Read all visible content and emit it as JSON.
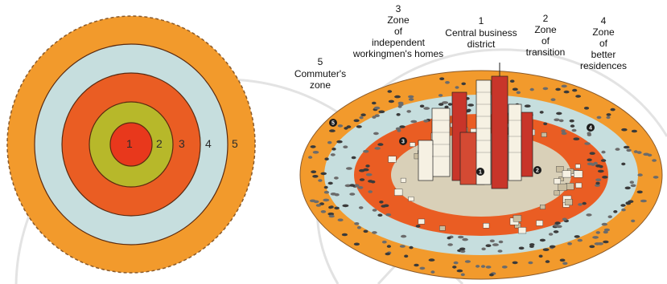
{
  "colors": {
    "background": "#ffffff",
    "zone1": "#e8381c",
    "zone2": "#b7b82a",
    "zone3": "#ea5d23",
    "zone4": "#c6dede",
    "zone5": "#f29a2c",
    "ring_outline": "#5a2a10",
    "outer_dash": "#8a5a2a",
    "building_light": "#f6f1e3",
    "building_shade": "#c9bda0",
    "tower_red": "#c8352a",
    "car_dark": "#3a3a3a",
    "watermark": "#cccccc"
  },
  "target_diagram": {
    "ring_numbers": [
      "1",
      "2",
      "3",
      "4",
      "5"
    ]
  },
  "city_illustration": {
    "labels": [
      {
        "number": "1",
        "lines": [
          "Central business",
          "district"
        ]
      },
      {
        "number": "2",
        "lines": [
          "Zone",
          "of",
          "transition"
        ]
      },
      {
        "number": "3",
        "lines": [
          "Zone",
          "of",
          "independent",
          "workingmen's homes"
        ]
      },
      {
        "number": "4",
        "lines": [
          "Zone",
          "of",
          "better",
          "residences"
        ]
      },
      {
        "number": "5",
        "lines": [
          "Commuter's",
          "zone"
        ]
      }
    ],
    "zone_markers": [
      "1",
      "2",
      "3",
      "4",
      "5"
    ]
  }
}
